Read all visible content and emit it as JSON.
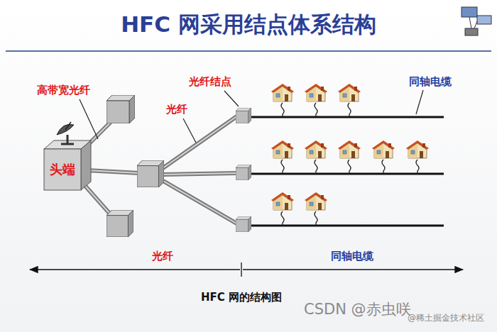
{
  "diagram": {
    "title": "HFC 网采用结点体系结构",
    "caption": "HFC 网的结构图",
    "nodes": [
      {
        "text": [
          "头端"
        ]
      }
    ],
    "labels": [
      "高带宽光纤",
      "光纤结点",
      "光纤",
      "同轴电缆",
      "光纤",
      "同轴电缆",
      "CSDN @赤虫咲",
      "@稀土掘金技术社区"
    ]
  }
}
